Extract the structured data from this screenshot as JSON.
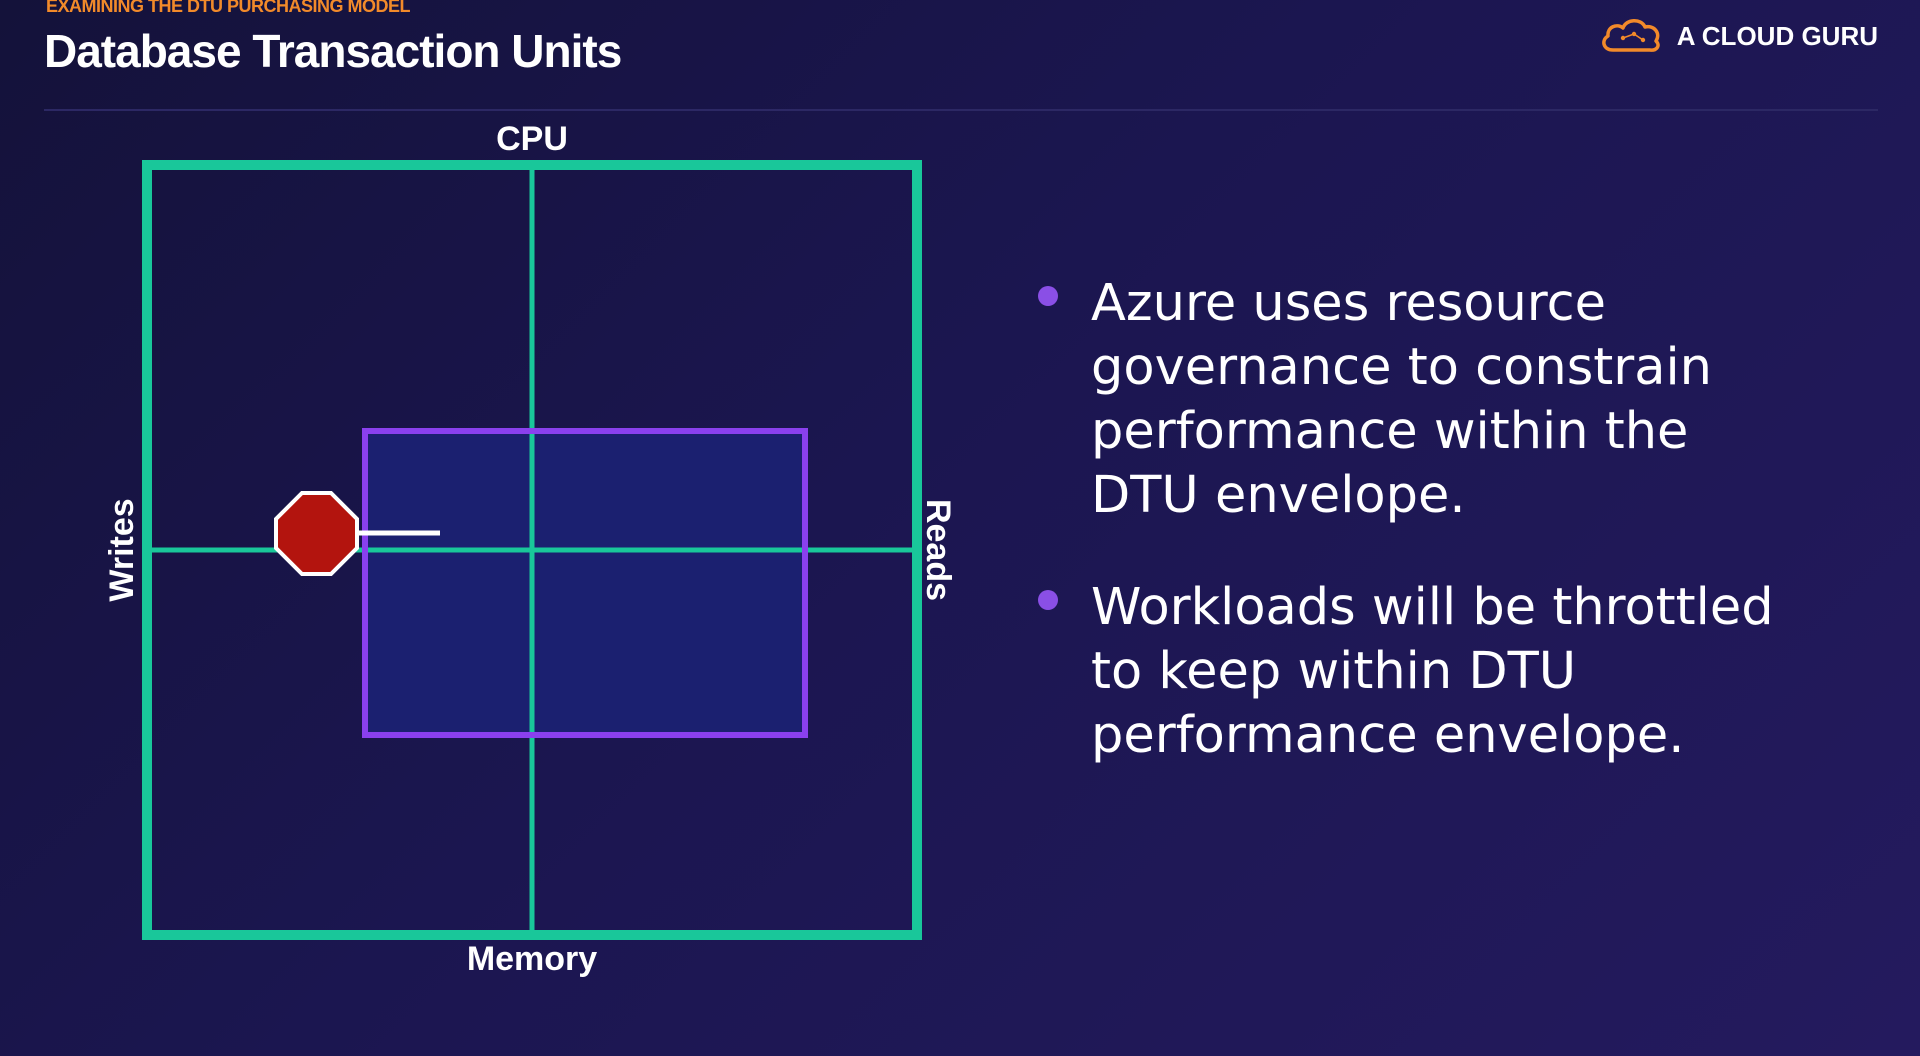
{
  "header": {
    "eyebrow": "EXAMINING THE DTU PURCHASING MODEL",
    "title": "Database Transaction Units"
  },
  "brand": {
    "logo_icon": "cloud-icon",
    "name": "A CLOUD GURU",
    "accent_color": "#f28a2a"
  },
  "diagram": {
    "axes": {
      "top": "CPU",
      "bottom": "Memory",
      "left": "Writes",
      "right": "Reads"
    },
    "outer_box_color": "#19c79a",
    "dtu_envelope_color": "#8a40ee",
    "dtu_envelope_fill": "#1b2070",
    "stop_sign_icon": "stop-sign-icon",
    "stop_sign_color": "#b3140e"
  },
  "bullets": [
    {
      "text": "Azure uses resource governance to constrain performance within the DTU envelope."
    },
    {
      "text": "Workloads will be throttled to keep within DTU performance envelope."
    }
  ]
}
